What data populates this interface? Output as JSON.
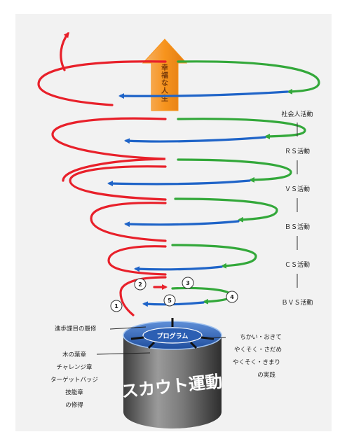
{
  "colors": {
    "background": "#f2f2f2",
    "outward_path": "#e8202a",
    "inward_path": "#33a83a",
    "return_path": "#1f64c8",
    "life_arrow": "#f7941d",
    "base_body": "#6b6b6b",
    "base_top": "#2c5fb3"
  },
  "life_arrow_text": "幸福な人生",
  "stages": [
    "社会人活動",
    "ＲＳ活動",
    "ＶＳ活動",
    "ＢＳ活動",
    "ＣＳ活動",
    "ＢＶＳ活動"
  ],
  "left_notes": {
    "progress": "進歩課目の履修",
    "badges": [
      "木の葉章",
      "チャレンジ章",
      "ターゲットバッジ",
      "技能章",
      "の修得"
    ]
  },
  "right_notes": [
    "ちかい・おきて",
    "やくそく・さだめ",
    "やくそく・きまり",
    "の実践"
  ],
  "numbers": [
    "1",
    "2",
    "3",
    "4",
    "5"
  ],
  "base": {
    "title": "スカウト運動",
    "program": "プログラム"
  }
}
